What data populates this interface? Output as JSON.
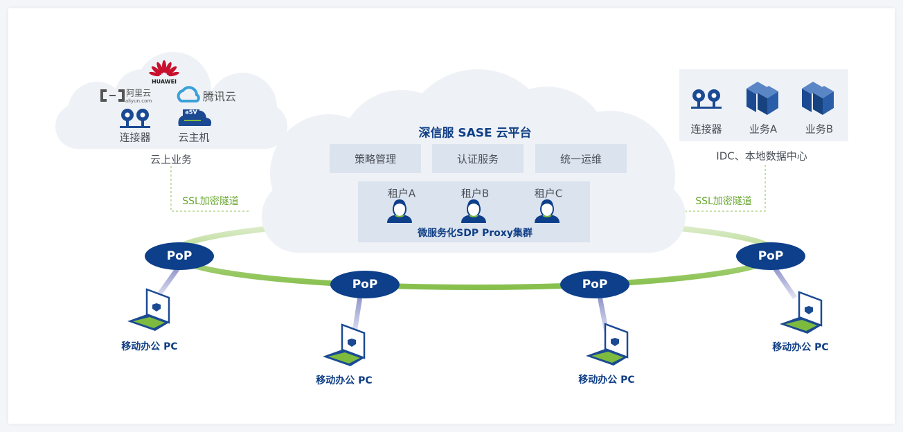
{
  "colors": {
    "brand_blue": "#0d3f8a",
    "tunnel_green": "#6aa832",
    "ring_green": "#8cc152",
    "cloud_fill": "#eef2f7",
    "panel_fill": "#dbe3ee"
  },
  "cloud_services": {
    "vendors": [
      "HUAWEI",
      "阿里云",
      "aliyun.com",
      "腾讯云"
    ],
    "host_badge": "aSV",
    "items": [
      {
        "label": "连接器",
        "icon": "connector-icon"
      },
      {
        "label": "云主机",
        "icon": "cloud-host-icon"
      }
    ],
    "caption": "云上业务"
  },
  "idc": {
    "items": [
      {
        "label": "连接器",
        "icon": "connector-icon"
      },
      {
        "label": "业务A",
        "icon": "server-icon"
      },
      {
        "label": "业务B",
        "icon": "server-icon"
      }
    ],
    "caption": "IDC、本地数据中心"
  },
  "tunnel_left": "SSL加密隧道",
  "tunnel_right": "SSL加密隧道",
  "platform": {
    "title": "深信服 SASE 云平台",
    "modules": [
      "策略管理",
      "认证服务",
      "统一运维"
    ],
    "tenants": [
      "租户A",
      "租户B",
      "租户C"
    ],
    "cluster": "微服务化SDP Proxy集群"
  },
  "pops": [
    "PoP",
    "PoP",
    "PoP",
    "PoP"
  ],
  "clients": [
    "移动办公 PC",
    "移动办公 PC",
    "移动办公 PC",
    "移动办公 PC"
  ]
}
